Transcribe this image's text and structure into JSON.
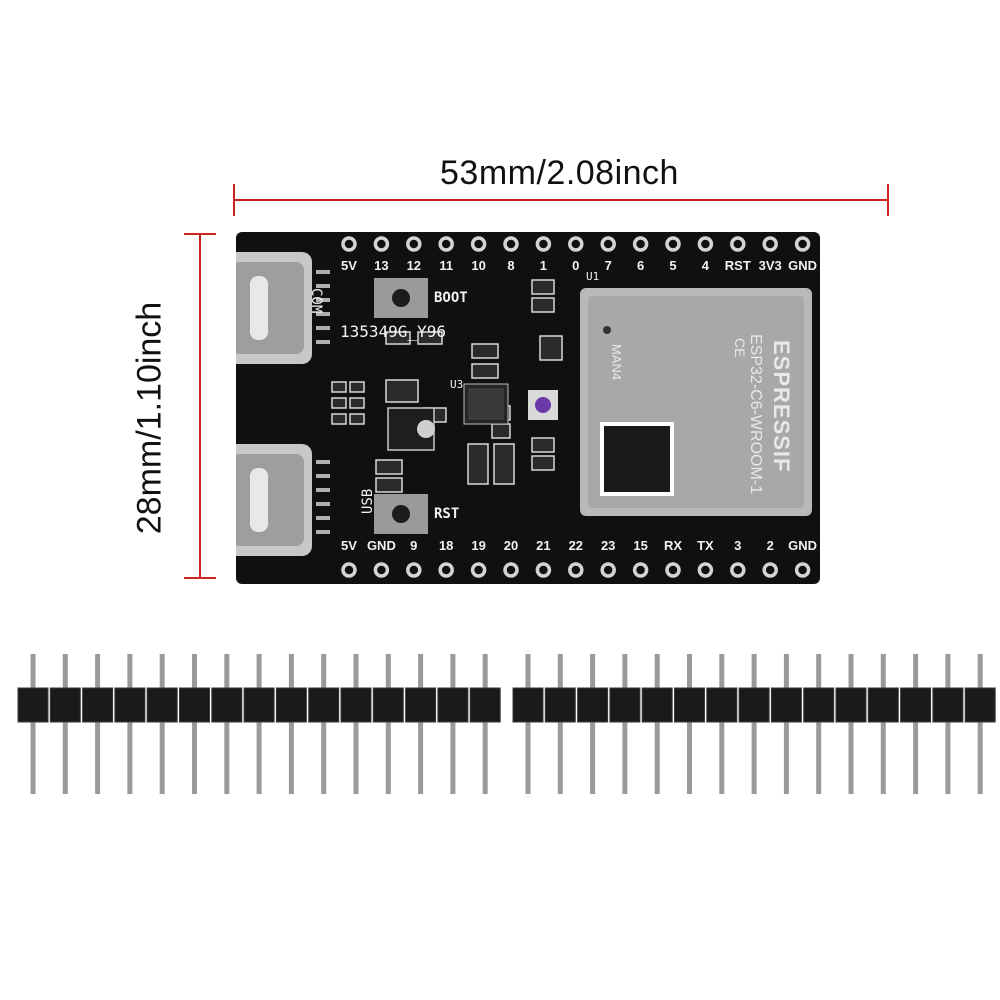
{
  "dimensions": {
    "width_label": "53mm/2.08inch",
    "height_label": "28mm/1.10inch"
  },
  "board": {
    "top_pins": [
      "5V",
      "13",
      "12",
      "11",
      "10",
      "8",
      "1",
      "0",
      "7",
      "6",
      "5",
      "4",
      "RST",
      "3V3",
      "GND"
    ],
    "bottom_pins": [
      "5V",
      "GND",
      "9",
      "18",
      "19",
      "20",
      "21",
      "22",
      "23",
      "15",
      "RX",
      "TX",
      "3",
      "2",
      "GND"
    ],
    "usb_ports": [
      "COM",
      "USB"
    ],
    "buttons": [
      "BOOT",
      "RST"
    ],
    "serial_code": "135349G_Y96",
    "u1_label": "U1",
    "u3_label": "U3",
    "module": {
      "brand": "ESPRESSIF",
      "model": "ESP32-C6-WROOM-1",
      "ce_mark": "CE",
      "variant": "MAN4"
    }
  },
  "colors": {
    "pcb": "#101010",
    "dimension_line": "#cc2222",
    "module_shield": "#b9b9b9",
    "header_plastic": "#1a1a1a",
    "pin_metal": "#9a9a9a"
  }
}
